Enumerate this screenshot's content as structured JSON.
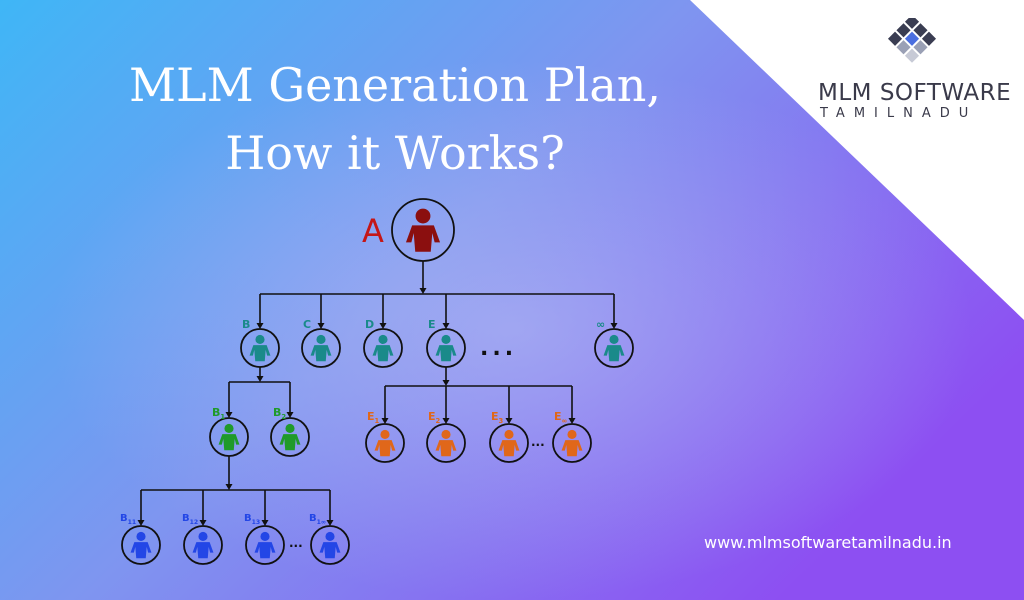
{
  "title": {
    "line1": "MLM Generation Plan,",
    "line2": "How it Works?"
  },
  "logo": {
    "name": "MLM SOFTWARE",
    "sub": "TAMILNADU",
    "icon": "diamond-chevron-logo-icon"
  },
  "website": "www.mlmsoftwaretamilnadu.in",
  "colors": {
    "gradient_start": "#3fb6f6",
    "gradient_mid": "#8a90ee",
    "gradient_end": "#8d4ff2",
    "corner": "#ffffff",
    "root": "#8b0f0f",
    "level1": "#1a8a8a",
    "level2_green": "#1f9a2a",
    "level2_orange": "#e0671a",
    "level3": "#2346e6",
    "line": "#111111"
  },
  "tree": {
    "root": {
      "label": "A"
    },
    "level1": [
      {
        "label": "B",
        "sub": ""
      },
      {
        "label": "C",
        "sub": ""
      },
      {
        "label": "D",
        "sub": ""
      },
      {
        "label": "E",
        "sub": ""
      },
      {
        "label": "∞",
        "sub": ""
      }
    ],
    "b_children": [
      {
        "label": "B",
        "sub": "1"
      },
      {
        "label": "B",
        "sub": "2"
      }
    ],
    "e_children": [
      {
        "label": "E",
        "sub": "1"
      },
      {
        "label": "E",
        "sub": "2"
      },
      {
        "label": "E",
        "sub": "3"
      },
      {
        "label": "E",
        "sub": "∞"
      }
    ],
    "b1_children": [
      {
        "label": "B",
        "sub": "11"
      },
      {
        "label": "B",
        "sub": "12"
      },
      {
        "label": "B",
        "sub": "13"
      },
      {
        "label": "B",
        "sub": "1∞"
      }
    ],
    "ellipsis": "...",
    "ellipsis_small": "..."
  }
}
